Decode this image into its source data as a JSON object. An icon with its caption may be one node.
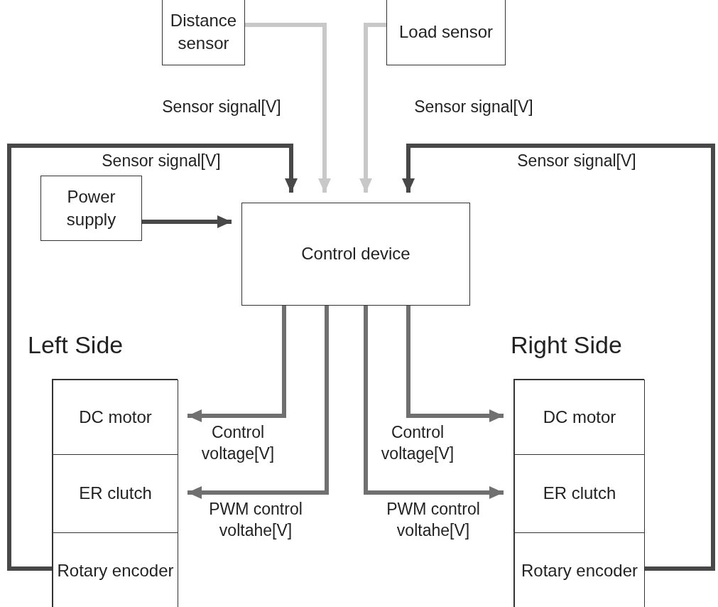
{
  "diagram": {
    "nodes": [
      {
        "text": [
          "Distance sensor"
        ]
      },
      {
        "text": [
          "Load sensor"
        ]
      },
      {
        "text": [
          "Control device"
        ]
      },
      {
        "text": [
          "Power supply"
        ]
      },
      {
        "text": [
          "Left Side"
        ]
      },
      {
        "text": [
          "DC motor"
        ],
        "in": 4
      },
      {
        "text": [
          "ER clutch"
        ],
        "in": 4
      },
      {
        "text": [
          "Rotary encoder"
        ],
        "in": 4
      },
      {
        "text": [
          "Right Side"
        ]
      },
      {
        "text": [
          "DC motor"
        ],
        "in": 8
      },
      {
        "text": [
          "ER clutch"
        ],
        "in": 8
      },
      {
        "text": [
          "Rotary encoder"
        ],
        "in": 8
      }
    ],
    "edges": [
      {
        "from": 0,
        "to": 2,
        "arrow": "to",
        "label": "Sensor signal[V]",
        "color": "#c8c8c8"
      },
      {
        "from": 1,
        "to": 2,
        "arrow": "to",
        "label": "Sensor signal[V]",
        "color": "#c8c8c8"
      },
      {
        "from": 7,
        "to": 2,
        "arrow": "to",
        "label": "Sensor signal[V]",
        "color": "#484848"
      },
      {
        "from": 11,
        "to": 2,
        "arrow": "to",
        "label": "Sensor signal[V]",
        "color": "#484848"
      },
      {
        "from": 3,
        "to": 2,
        "arrow": "to",
        "color": "#484848"
      },
      {
        "from": 2,
        "to": 5,
        "arrow": "to",
        "label": "Control voltage[V]"
      },
      {
        "from": 2,
        "to": 6,
        "arrow": "to",
        "label": "PWM control voltahe[V]"
      },
      {
        "from": 2,
        "to": 10,
        "arrow": "to",
        "label": "PWM control voltahe[V]"
      },
      {
        "from": 2,
        "to": 9,
        "arrow": "to",
        "label": "Control voltage[V]"
      }
    ]
  }
}
